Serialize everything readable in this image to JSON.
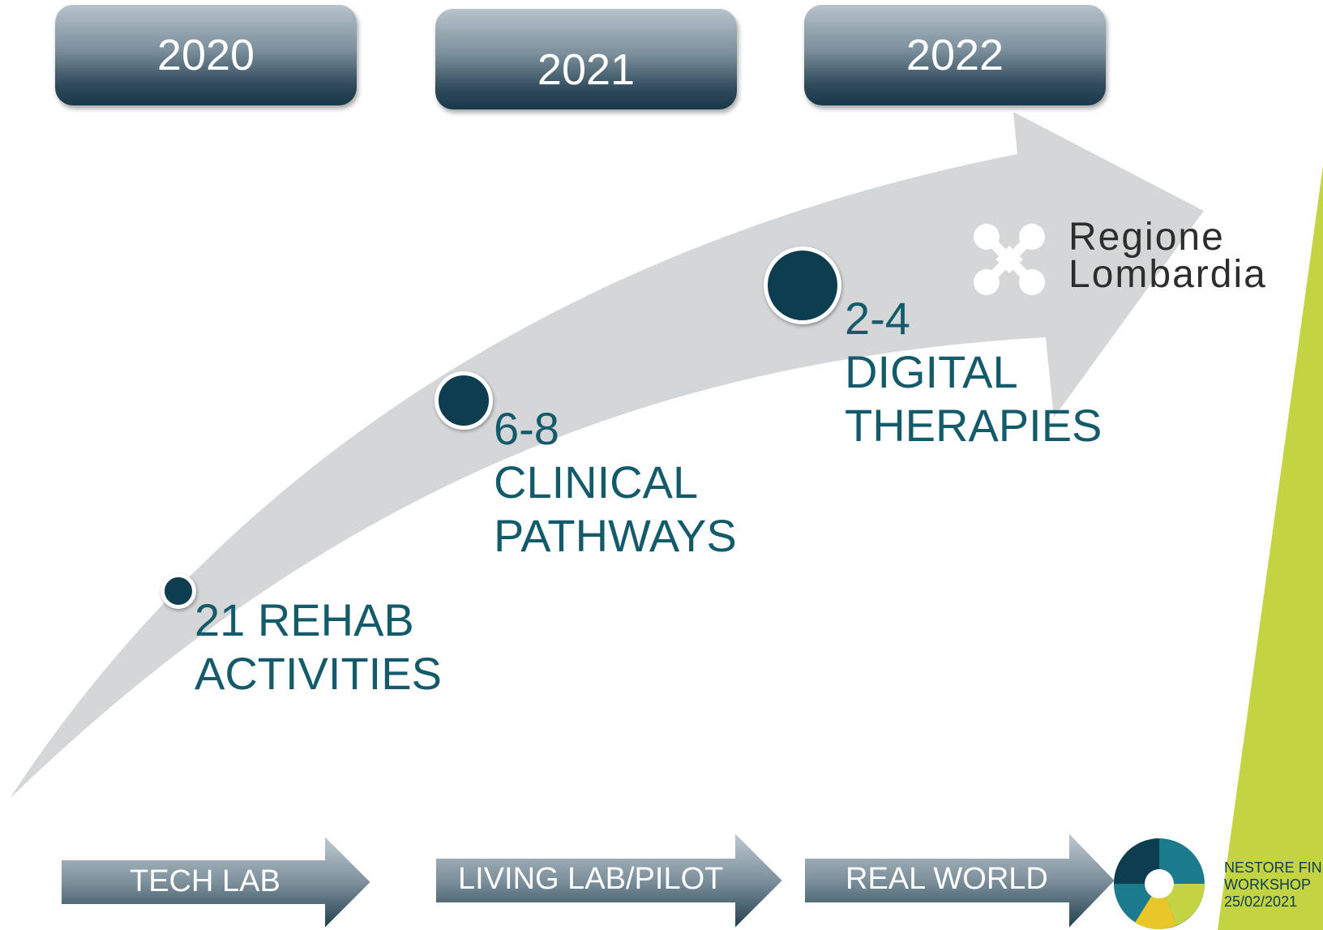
{
  "timeline": {
    "years": [
      "2020",
      "2021",
      "2022"
    ],
    "milestones": [
      {
        "lines": [
          "21 REHAB",
          "ACTIVITIES"
        ]
      },
      {
        "lines": [
          "6-8",
          "CLINICAL",
          "PATHWAYS"
        ]
      },
      {
        "lines": [
          "2-4",
          "DIGITAL",
          "THERAPIES"
        ]
      }
    ],
    "phases": [
      "TECH LAB",
      "LIVING LAB/PILOT",
      "REAL WORLD"
    ]
  },
  "partner_logo": {
    "icon": "regione-lombardia-logo",
    "line1": "Regione",
    "line2": "Lombardia"
  },
  "footer": {
    "logo_icon": "nestore-logo",
    "line1": "NESTORE FIN",
    "line2": "WORKSHOP",
    "line3": "25/02/2021"
  },
  "colors": {
    "accent_green": "#c3d342",
    "dark_teal": "#0e3d4f",
    "label_teal": "#135a6b",
    "arrow_gray": "#cfd1d3"
  }
}
